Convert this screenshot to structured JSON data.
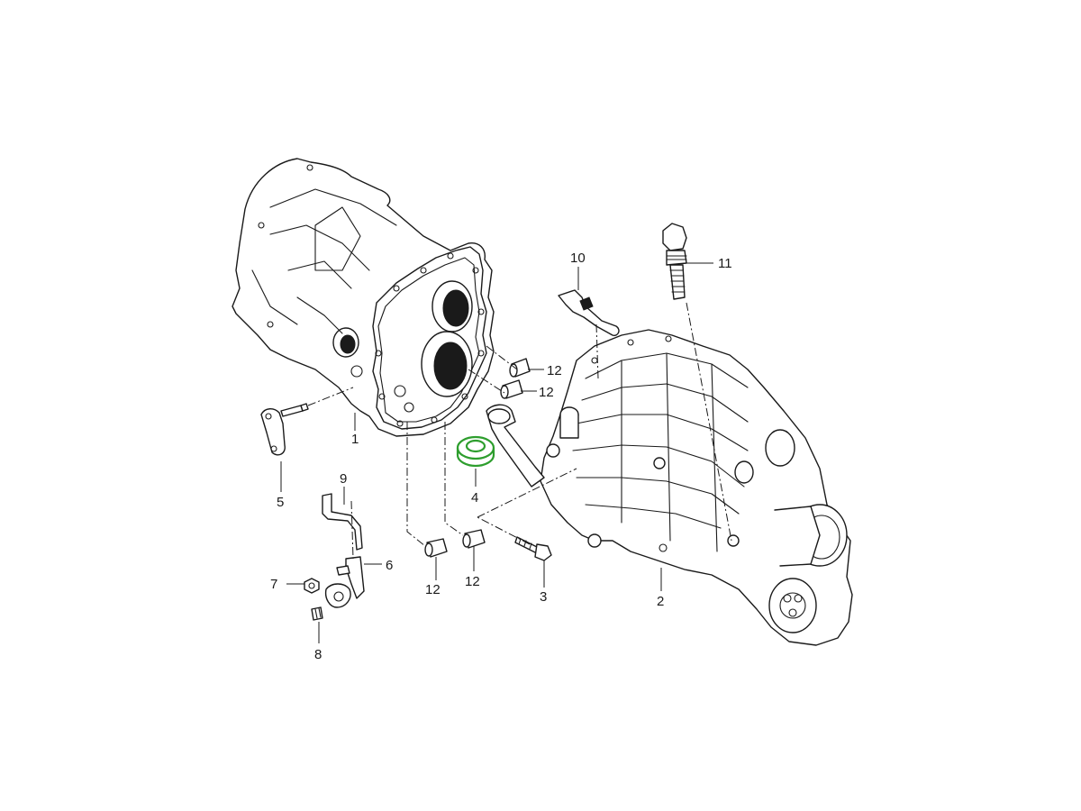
{
  "highlight_color": "#2e9e2e",
  "callouts": [
    {
      "id": "c1",
      "label": "1"
    },
    {
      "id": "c2",
      "label": "2"
    },
    {
      "id": "c3",
      "label": "3"
    },
    {
      "id": "c4",
      "label": "4"
    },
    {
      "id": "c5",
      "label": "5"
    },
    {
      "id": "c6",
      "label": "6"
    },
    {
      "id": "c7",
      "label": "7"
    },
    {
      "id": "c8",
      "label": "8"
    },
    {
      "id": "c9",
      "label": "9"
    },
    {
      "id": "c10",
      "label": "10"
    },
    {
      "id": "c11",
      "label": "11"
    },
    {
      "id": "c12a",
      "label": "12"
    },
    {
      "id": "c12b",
      "label": "12"
    },
    {
      "id": "c12c",
      "label": "12"
    },
    {
      "id": "c12d",
      "label": "12"
    }
  ],
  "highlighted_part": "4"
}
